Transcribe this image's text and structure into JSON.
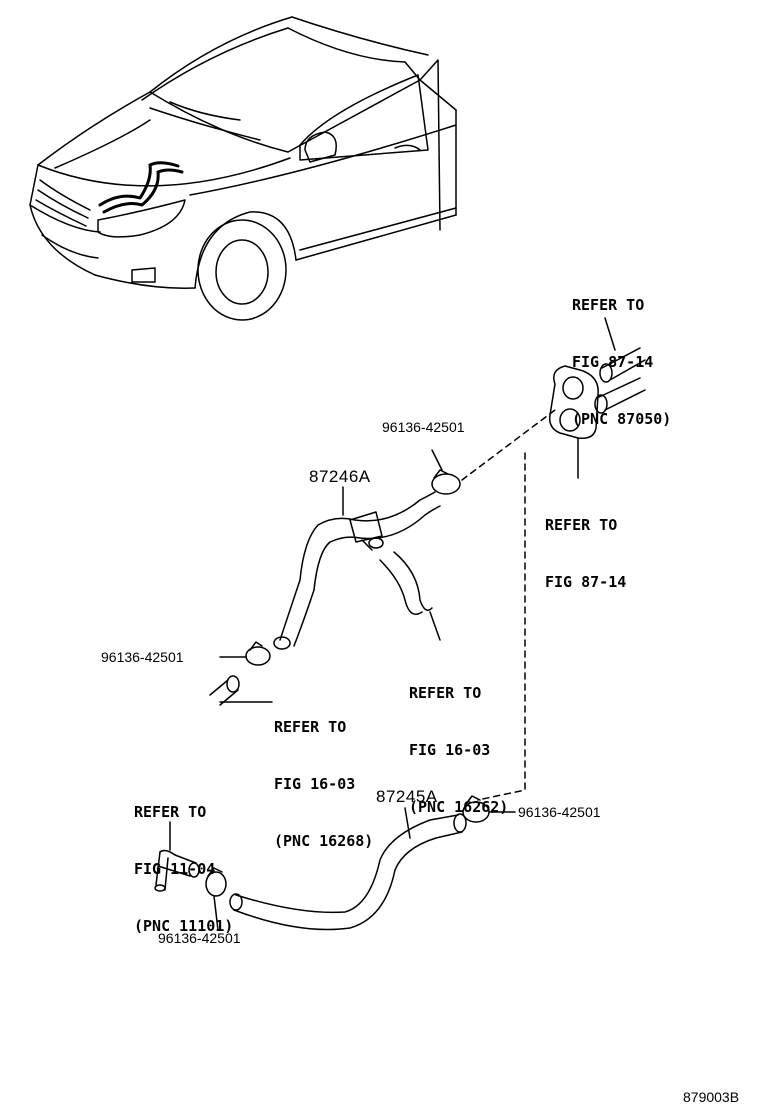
{
  "diagram_code": "879003B",
  "parts": {
    "hose_upper": "87246A",
    "hose_lower": "87245A",
    "clamp": "96136-42501"
  },
  "references": {
    "ref_87050": [
      "REFER TO",
      "FIG 87-14",
      "(PNC 87050)"
    ],
    "ref_87_14": [
      "REFER TO",
      "FIG 87-14"
    ],
    "ref_16262": [
      "REFER TO",
      "FIG 16-03",
      "(PNC 16262)"
    ],
    "ref_16268": [
      "REFER TO",
      "FIG 16-03",
      "(PNC 16268)"
    ],
    "ref_11101": [
      "REFER TO",
      "FIG 11-04",
      "(PNC 11101)"
    ]
  },
  "colors": {
    "line": "#000000",
    "background": "#ffffff"
  }
}
